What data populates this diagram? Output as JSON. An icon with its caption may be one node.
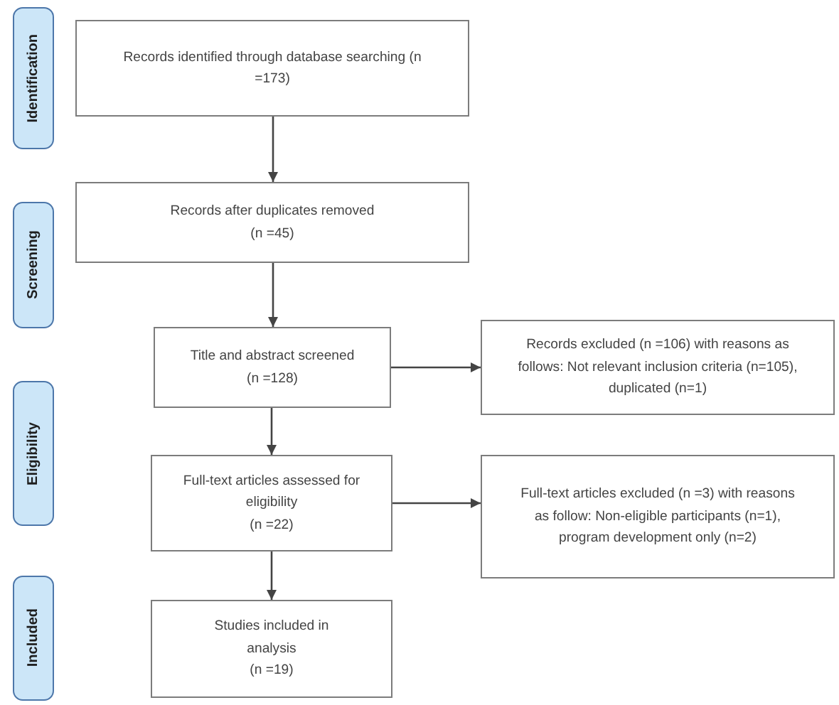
{
  "diagram": {
    "nodes": [
      {
        "text": [
          "Identification"
        ]
      },
      {
        "text": [
          "Records identified through database searching (n =173)"
        ]
      },
      {
        "text": [
          "Screening"
        ]
      },
      {
        "text": [
          "Records after duplicates removed",
          "(n =45)"
        ]
      },
      {
        "text": [
          "Title and abstract screened (n =128)"
        ]
      },
      {
        "text": [
          "Records excluded (n =106) with reasons as follows: Not relevant inclusion criteria (n=105), duplicated (n=1)"
        ]
      },
      {
        "text": [
          "Eligibility"
        ]
      },
      {
        "text": [
          "Full-text articles assessed for eligibility",
          "(n =22)"
        ]
      },
      {
        "text": [
          "Full-text articles excluded (n =3) with reasons as follow: Non-eligible participants (n=1), program development only (n=2)"
        ]
      },
      {
        "text": [
          "Included"
        ]
      },
      {
        "text": [
          "Studies included in analysis",
          "(n =19)"
        ]
      }
    ],
    "edges": [
      {
        "from": 1,
        "to": 3,
        "arrow": "to"
      },
      {
        "from": 3,
        "to": 4,
        "arrow": "to"
      },
      {
        "from": 4,
        "to": 5,
        "arrow": "to"
      },
      {
        "from": 4,
        "to": 7,
        "arrow": "to"
      },
      {
        "from": 7,
        "to": 8,
        "arrow": "to"
      },
      {
        "from": 7,
        "to": 10,
        "arrow": "to"
      }
    ]
  }
}
